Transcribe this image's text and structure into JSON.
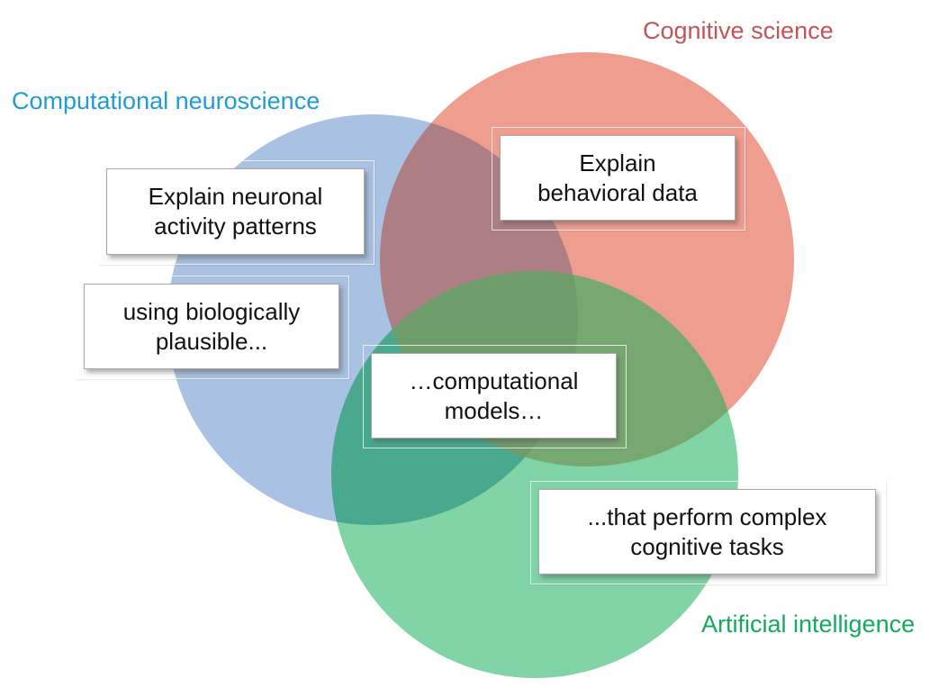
{
  "labels": {
    "blue": {
      "text": "Computational neuroscience",
      "color": "#1F9CD8"
    },
    "red": {
      "text": "Cognitive science",
      "color": "#C5535A"
    },
    "green": {
      "text": "Artificial intelligence",
      "color": "#16A85C"
    }
  },
  "circles": {
    "blue": "#A9C1E2",
    "red": "#EF9D8F",
    "green": "#80D4A5",
    "blue_red": "#AE7E85",
    "blue_green": "#48A98F",
    "red_green": "#78A872",
    "center": "#6E9C6B"
  },
  "boxes": {
    "neuronal": {
      "line1": "Explain neuronal",
      "line2": "activity patterns"
    },
    "behavioral": {
      "line1": "Explain",
      "line2": "behavioral data"
    },
    "biological": {
      "line1": "using biologically",
      "line2": "plausible..."
    },
    "models": {
      "line1": "…computational",
      "line2": "models…"
    },
    "tasks": {
      "line1": "...that perform complex",
      "line2": "cognitive tasks"
    }
  }
}
